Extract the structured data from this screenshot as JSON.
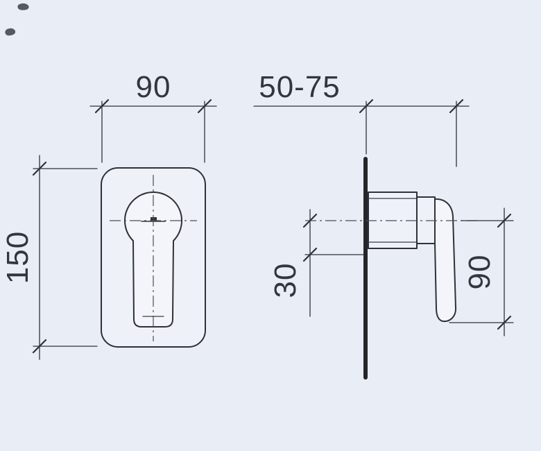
{
  "page": {
    "background_color": "#e9edf5",
    "line_color": "#2e3138"
  },
  "drawing": {
    "type": "technical-drawing",
    "subject": "concealed-shower-mixer-front-and-side-elevation",
    "views": {
      "front": {
        "label_width": "90",
        "label_height": "150"
      },
      "side": {
        "label_depth": "50-75",
        "label_offset": "30",
        "label_handle": "90"
      }
    }
  }
}
